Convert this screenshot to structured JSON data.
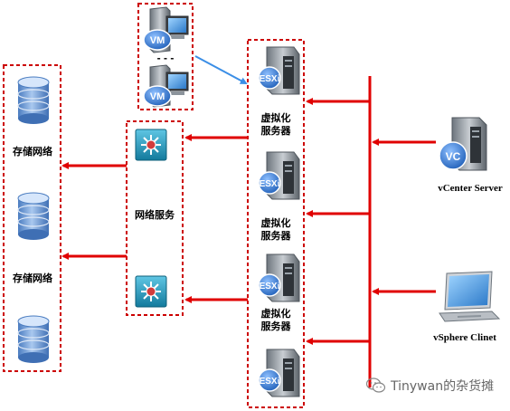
{
  "labels": {
    "storage_top": "存储网络",
    "storage_bottom": "存储网络",
    "network_services": "网络服务",
    "virt_server_1": "虚拟化\n服务器",
    "virt_server_2": "虚拟化\n服务器",
    "virt_server_3": "虚拟化\n服务器",
    "vcenter_server": "vCenter Server",
    "vsphere_client": "vSphere Clinet",
    "vm_top": "VM",
    "vm_bottom": "VM",
    "vm_ellipsis": "- - -",
    "esxi": "ESXi",
    "vc_badge": "VC"
  },
  "watermark": "Tinywan的杂货摊",
  "colors": {
    "arrow_red": "#e00000",
    "dashed_box": "#cc0000",
    "vm_arrow_blue": "#3b8ee6",
    "server_gray": "#8c949c",
    "disk_blue": "#5a8fd0",
    "switch_teal": "#1f8fb0",
    "esxi_blue": "#3a7ad0"
  },
  "icons": {
    "database": "database-icon",
    "switch": "network-switch-icon",
    "server": "esxi-server-icon",
    "vm": "vm-desktop-icon",
    "vcenter": "vcenter-server-icon",
    "laptop": "laptop-icon",
    "wechat": "wechat-icon"
  }
}
